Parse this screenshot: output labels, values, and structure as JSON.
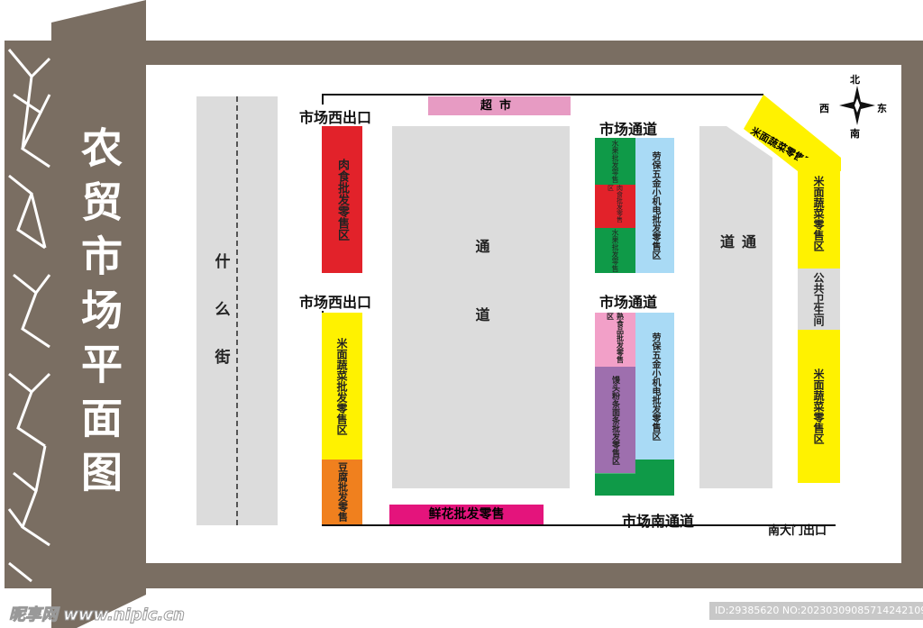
{
  "title": "农贸市场平面图",
  "colors": {
    "frame": "#7a6e62",
    "gray": "#dcdcdc",
    "red": "#e2222a",
    "yellow": "#fff200",
    "orange": "#f0801e",
    "green": "#0f9a48",
    "lightblue": "#a9daf5",
    "pink": "#f2a0c8",
    "purple": "#9e6fae",
    "magenta": "#e4147c",
    "supermarket": "#e79bc3"
  },
  "street": "什么街",
  "labels": {
    "west_exit_top": "市场西出口",
    "west_exit_mid": "市场西出口",
    "channel_top": "市场通道",
    "channel_mid": "市场通道",
    "south_channel": "市场南通道",
    "south_gate": "南大门出口"
  },
  "zones": {
    "supermarket": "超市",
    "meat": "肉食批发零售区",
    "corridor_left": "通道",
    "corridor_right": "通道",
    "fruit_1": "水果批发零售",
    "meat_small": "肉食批发零售区",
    "fruit_2": "水果批发零售",
    "hardware_1": "劳保五金小机电批发零售区",
    "cooked": "熟食品批发零售区",
    "noodles": "馒头粉条面条批发零售区",
    "hardware_2": "劳保五金小机电批发零售区",
    "grain_left": "米面蔬菜批发零售区",
    "tofu": "豆腐批发零售",
    "flowers": "鲜花批发零售",
    "grain_ne": "米面蔬菜零售区",
    "grain_right_top": "米面蔬菜零售区",
    "toilet": "公共卫生间",
    "grain_right_bottom": "米面蔬菜零售区"
  },
  "compass": {
    "n": "北",
    "s": "南",
    "w": "西",
    "e": "东"
  },
  "watermark": {
    "logo": "昵享网 www.nipic.cn",
    "id": "ID:29385620 NO:20230309085714242109"
  }
}
